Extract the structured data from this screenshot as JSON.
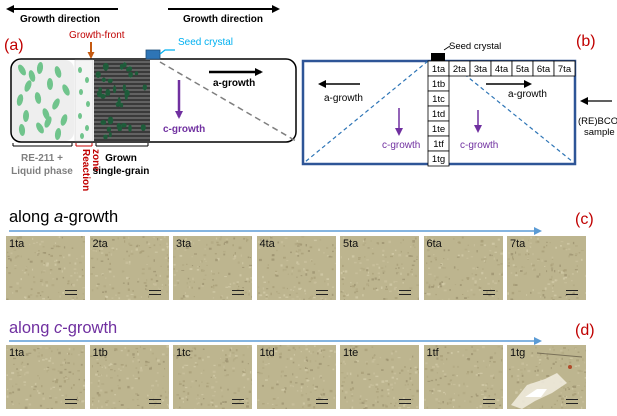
{
  "panel_a": {
    "label": "(a)",
    "top_arrow_left": "Growth direction",
    "top_arrow_right": "Growth direction",
    "growth_front": "Growth-front",
    "seed_crystal": "Seed crystal",
    "a_growth": "a-growth",
    "c_growth": "c-growth",
    "re211_line1": "RE-211 +",
    "re211_line2": "Liquid phase",
    "reaction_line1": "Reaction",
    "reaction_line2": "zone",
    "grown_line1": "Grown",
    "grown_line2": "single-grain"
  },
  "panel_b": {
    "label": "(b)",
    "seed_crystal": "Seed crystal",
    "a_growth_left": "a-growth",
    "a_growth_right": "a-growth",
    "c_growth_left": "c-growth",
    "c_growth_right": "c-growth",
    "sample_line1": "(RE)BCO",
    "sample_line2": "sample",
    "row_cells": [
      "1ta",
      "2ta",
      "3ta",
      "4ta",
      "5ta",
      "6ta",
      "7ta"
    ],
    "col_cells": [
      "1tb",
      "1tc",
      "1td",
      "1te",
      "1tf",
      "1tg"
    ]
  },
  "panel_c": {
    "label": "(c)",
    "title_prefix": "along ",
    "title_italic": "a",
    "title_suffix": "-growth",
    "title_color": "#222222",
    "images": [
      "1ta",
      "2ta",
      "3ta",
      "4ta",
      "5ta",
      "6ta",
      "7ta"
    ]
  },
  "panel_d": {
    "label": "(d)",
    "title_prefix": "along ",
    "title_italic": "c",
    "title_suffix": "-growth",
    "title_color": "#7030a0",
    "images": [
      "1ta",
      "1tb",
      "1tc",
      "1td",
      "1te",
      "1tf",
      "1tg"
    ]
  },
  "colors": {
    "panel_label": "#c00000",
    "seed": "#2e75b6",
    "seed_text": "#00b0f0",
    "box_stroke": "#1f4e79",
    "c_arrow": "#7030a0",
    "growth_front": "#c55a11",
    "reaction": "#c00000",
    "grain": "#1e5c3a",
    "particle": "#70c48c",
    "sample_border": "#2e5597",
    "dashed": "#2e75b6",
    "blue_arrow": "#5b9bd5",
    "micro_bg": "#bdb58f"
  }
}
